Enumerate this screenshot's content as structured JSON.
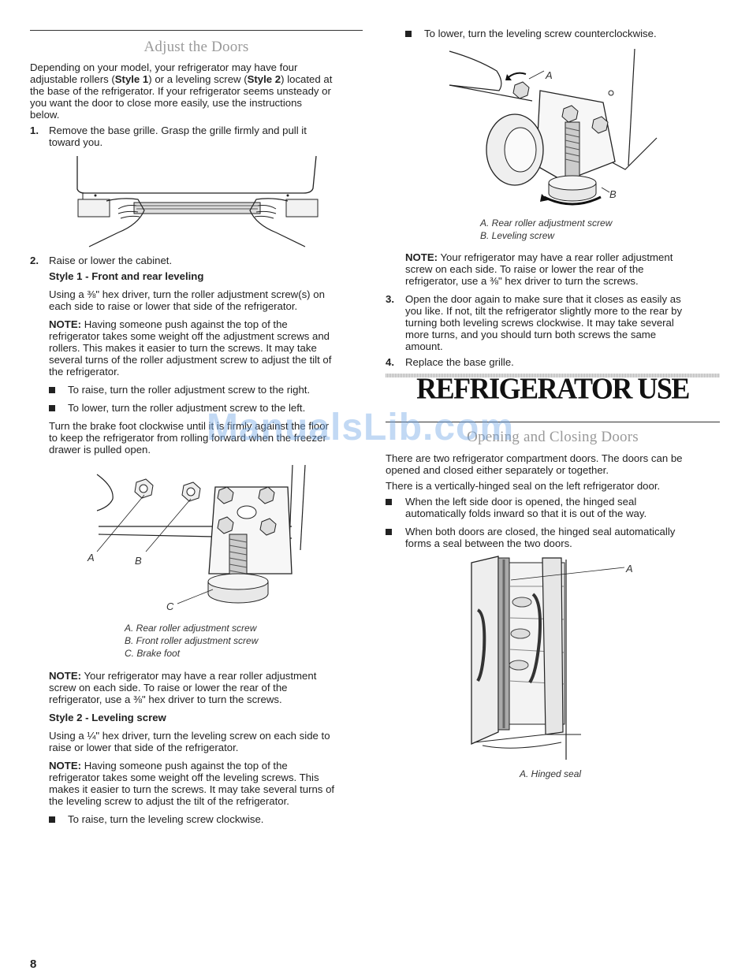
{
  "left": {
    "section_title": "Adjust the Doors",
    "intro_1": "Depending on your model, your refrigerator may have four",
    "intro_2a": "adjustable rollers (",
    "intro_2b": "Style 1",
    "intro_2c": ") or a leveling screw (",
    "intro_2d": "Style 2",
    "intro_2e": ") located at",
    "intro_3": "the base of the refrigerator. If your refrigerator seems unsteady or",
    "intro_4": "you want the door to close more easily, use the instructions",
    "intro_5": "below.",
    "step1_num": "1.",
    "step1_a": "Remove the base grille. Grasp the grille firmly and pull it",
    "step1_b": "toward you.",
    "step2_num": "2.",
    "step2_text": "Raise or lower the cabinet.",
    "style1_head": "Style 1 - Front and rear leveling",
    "style1_p1": "Using a ⅜\" hex driver, turn the roller adjustment screw(s) on",
    "style1_p2": "each side to raise or lower that side of the refrigerator.",
    "note_label": "NOTE:",
    "note1_1": " Having someone push against the top of the",
    "note1_2": "refrigerator takes some weight off the adjustment screws and",
    "note1_3": "rollers. This makes it easier to turn the screws. It may take",
    "note1_4": "several turns of the roller adjustment screw to adjust the tilt of",
    "note1_5": "the refrigerator.",
    "bullet_raise_right": "To raise, turn the roller adjustment screw to the right.",
    "bullet_lower_left": "To lower, turn the roller adjustment screw to the left.",
    "brake_1": "Turn the brake foot clockwise until it is firmly against the floor",
    "brake_2": "to keep the refrigerator from rolling forward when the freezer",
    "brake_3": "drawer is pulled open.",
    "fig2_label_a": "A",
    "fig2_label_b": "B",
    "fig2_label_c": "C",
    "fig2_cap_a": "A. Rear roller adjustment screw",
    "fig2_cap_b": "B. Front roller adjustment screw",
    "fig2_cap_c": "C. Brake foot",
    "note2_1": " Your refrigerator may have a rear roller adjustment",
    "note2_2": "screw on each side. To raise or lower the rear of the",
    "note2_3": "refrigerator, use a ⅜\" hex driver to turn the screws.",
    "style2_head": "Style 2 - Leveling screw",
    "style2_p1": "Using a ¼\" hex driver, turn the leveling screw on each side to",
    "style2_p2": "raise or lower that side of the refrigerator.",
    "note3_1": " Having someone push against the top of the",
    "note3_2": "refrigerator takes some weight off the leveling screws. This",
    "note3_3": "makes it easier to turn the screws. It may take several turns of",
    "note3_4": "the leveling screw to adjust the tilt of the refrigerator.",
    "bullet_raise_cw": "To raise, turn the leveling screw clockwise."
  },
  "right": {
    "bullet_lower_ccw": "To lower, turn the leveling screw counterclockwise.",
    "fig3_label_a": "A",
    "fig3_label_b": "B",
    "fig3_cap_a": "A. Rear roller adjustment screw",
    "fig3_cap_b": "B. Leveling screw",
    "note_label": "NOTE:",
    "note4_1": " Your refrigerator may have a rear roller adjustment",
    "note4_2": "screw on each side. To raise or lower the rear of the",
    "note4_3": "refrigerator, use a ⅜\" hex driver to turn the screws.",
    "step3_num": "3.",
    "step3_1": "Open the door again to make sure that it closes as easily as",
    "step3_2": "you like. If not, tilt the refrigerator slightly more to the rear by",
    "step3_3": "turning both leveling screws clockwise. It may take several",
    "step3_4": "more turns, and you should turn both screws the same",
    "step3_5": "amount.",
    "step4_num": "4.",
    "step4_text": "Replace the base grille.",
    "big_title": "REFRIGERATOR USE",
    "section_title": "Opening and Closing Doors",
    "doors_1": "There are two refrigerator compartment doors. The doors can be",
    "doors_2": "opened and closed either separately or together.",
    "doors_3": "There is a vertically-hinged seal on the left refrigerator door.",
    "bullet_seal_1a": "When the left side door is opened, the hinged seal",
    "bullet_seal_1b": "automatically folds inward so that it is out of the way.",
    "bullet_seal_2a": "When both doors are closed, the hinged seal automatically",
    "bullet_seal_2b": "forms a seal between the two doors.",
    "fig4_label_a": "A",
    "fig4_cap": "A. Hinged seal"
  },
  "watermark": "ManualsLib.com",
  "page_number": "8"
}
